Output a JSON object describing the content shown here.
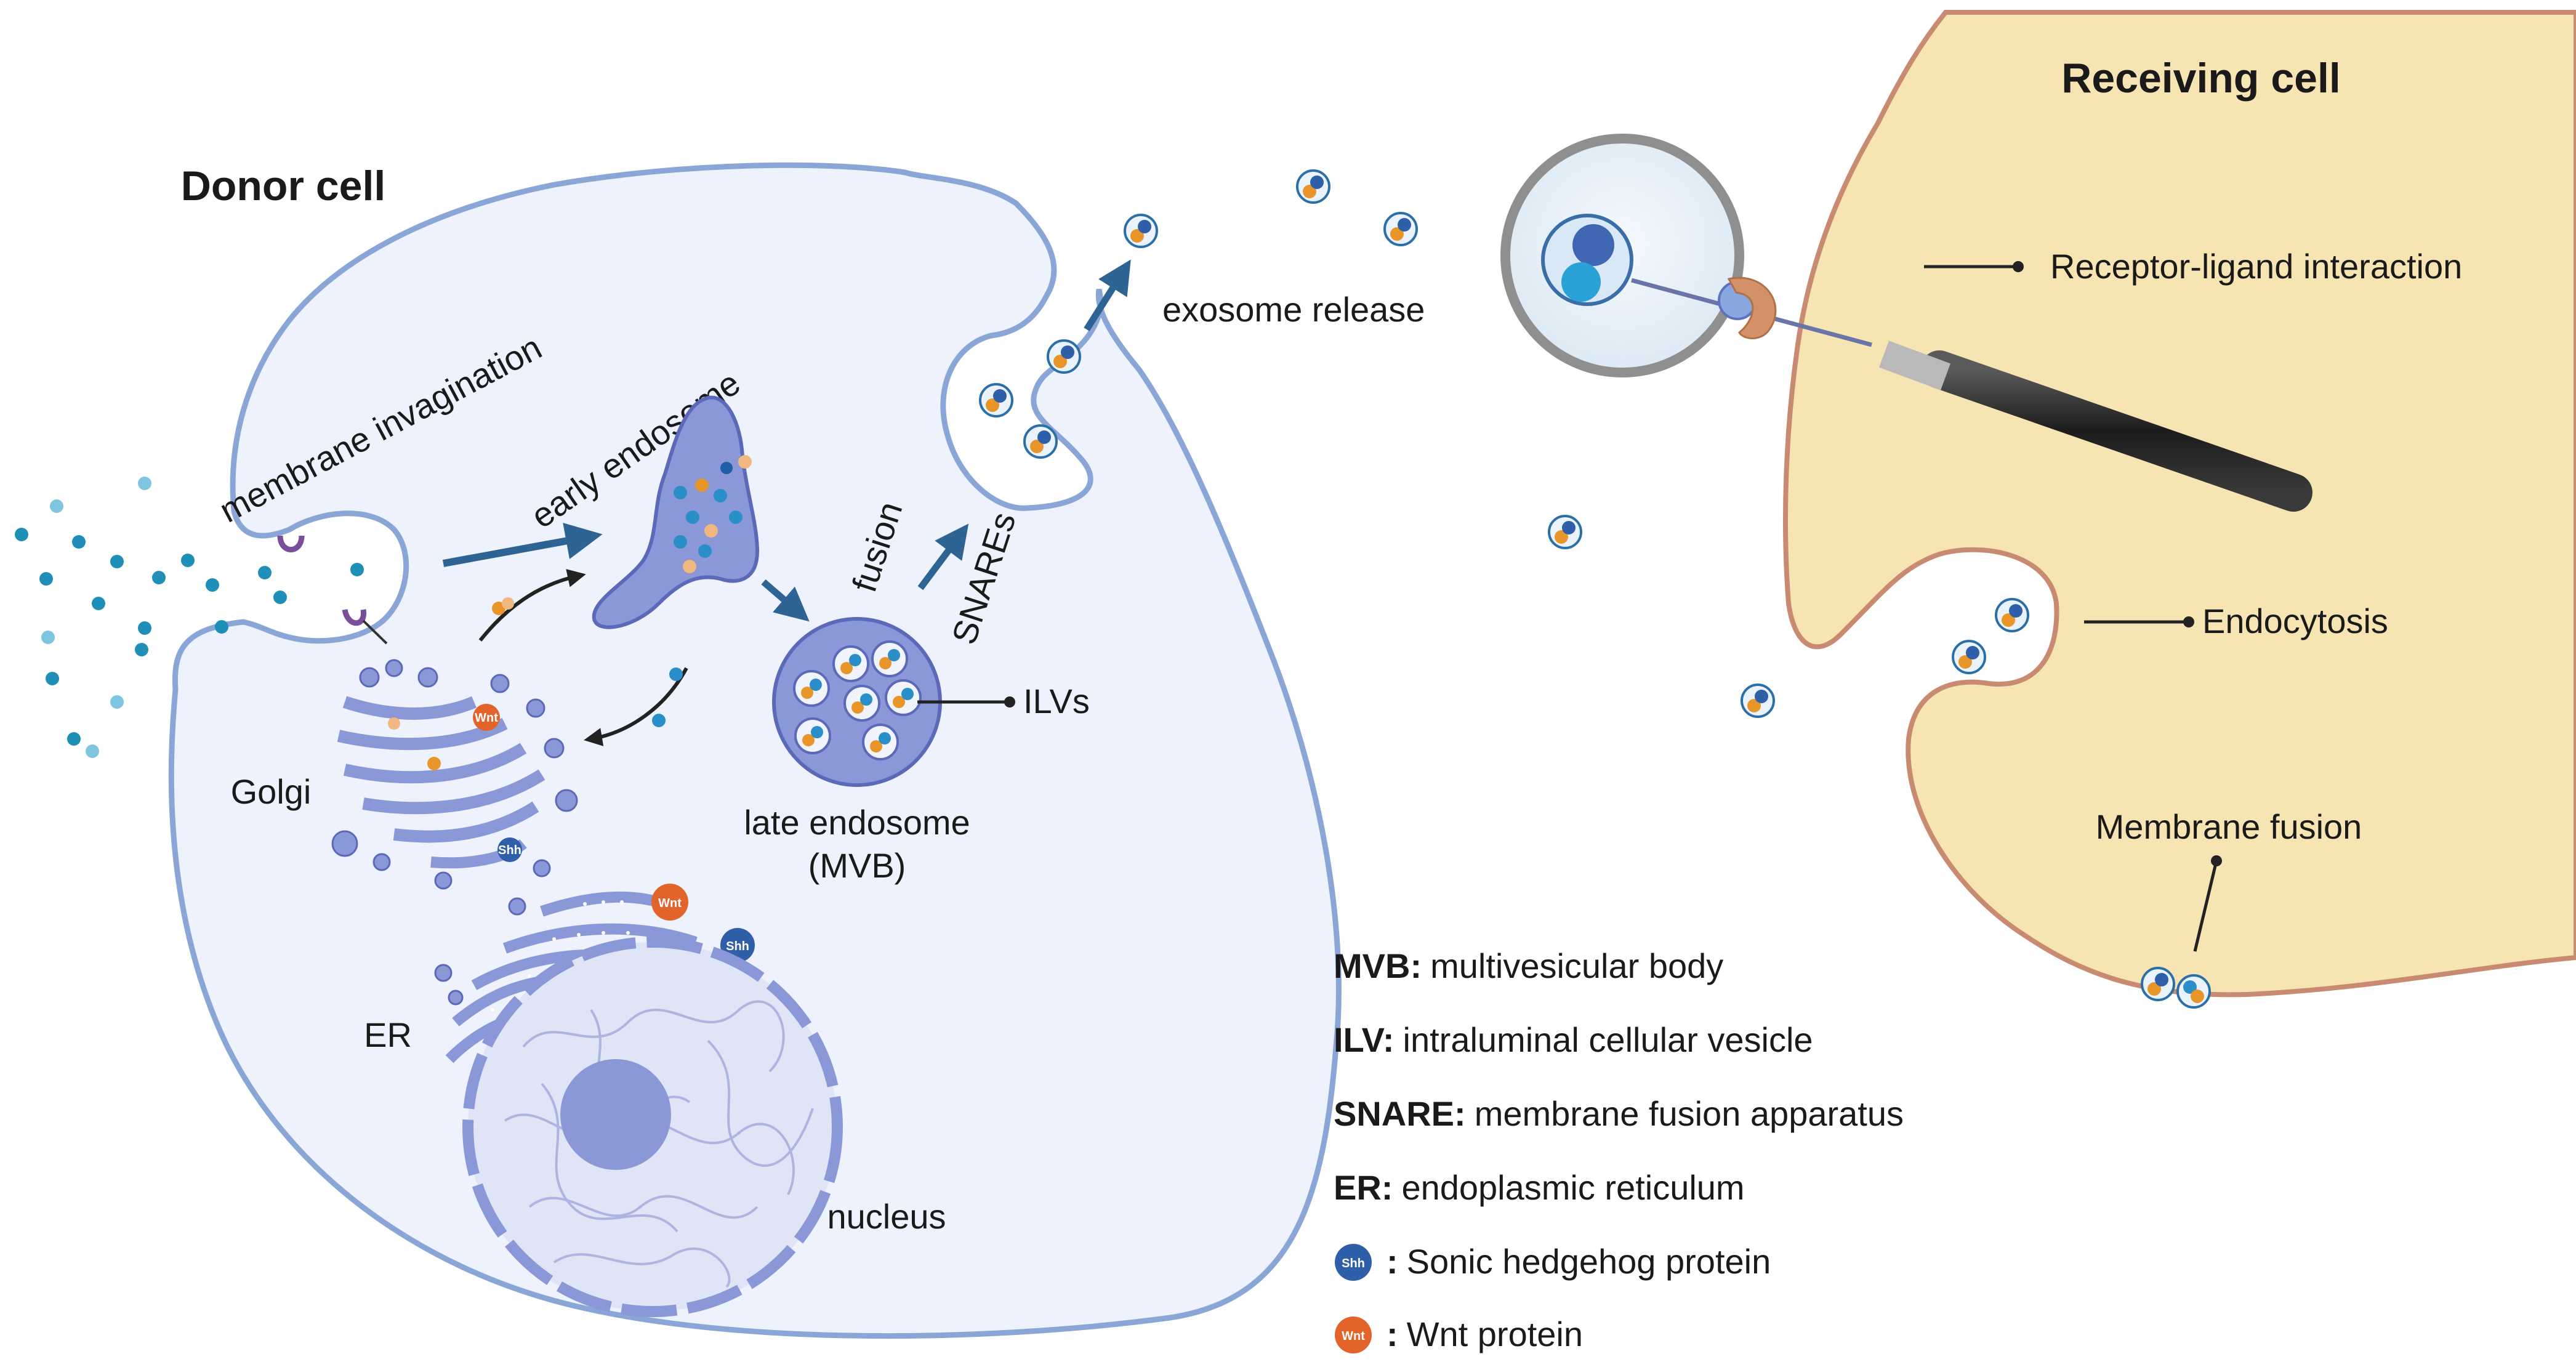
{
  "labels": {
    "donor_cell": "Donor cell",
    "receiving_cell": "Receiving cell",
    "membrane_invagination": "membrane invagination",
    "early_endosome": "early endosome",
    "fusion": "fusion",
    "snares": "SNAREs",
    "exosome_release": "exosome release",
    "ilvs": "ILVs",
    "late_endosome": "late endosome",
    "mvb_paren": "(MVB)",
    "golgi": "Golgi",
    "er": "ER",
    "nucleus": "nucleus",
    "receptor_ligand": "Receptor-ligand interaction",
    "endocytosis": "Endocytosis",
    "membrane_fusion": "Membrane fusion",
    "shh_badge": "Shh",
    "wnt_badge": "Wnt"
  },
  "legend": [
    {
      "term": "MVB:",
      "definition": "multivesicular body"
    },
    {
      "term": "ILV:",
      "definition": "intraluminal cellular vesicle"
    },
    {
      "term": "SNARE:",
      "definition": "membrane fusion apparatus"
    },
    {
      "term": "ER:",
      "definition": "endoplasmic reticulum"
    },
    {
      "term": ":",
      "definition": "Sonic hedgehog protein",
      "icon": "shh-icon",
      "badge": "Shh"
    },
    {
      "term": ":",
      "definition": "Wnt protein",
      "icon": "wnt-icon",
      "badge": "Wnt"
    }
  ],
  "colors": {
    "donor_fill": "#eef2fc",
    "donor_stroke": "#8aa6d6",
    "receiving_fill": "#f6e4b2",
    "receiving_stroke": "#c98a72",
    "organelle": "#8b98d8",
    "organelle_dark": "#5c68b8",
    "shh": "#2f5fa8",
    "wnt": "#e2642a",
    "exosome_orange": "#e8962a",
    "exosome_blue": "#2a8fc8",
    "arrow": "#2e6494",
    "dot_blue": "#1f8fb8"
  }
}
